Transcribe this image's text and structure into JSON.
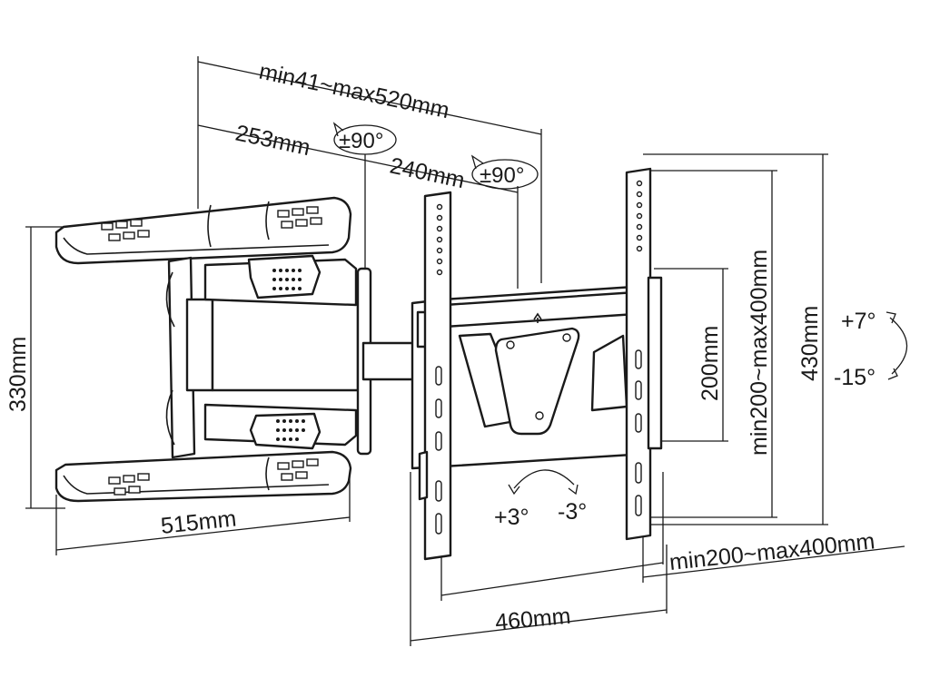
{
  "labels": {
    "extension": "min41~max520mm",
    "arm1": "253mm",
    "swivel1": "±90°",
    "arm2": "240mm",
    "swivel2": "±90°",
    "wall_height": "330mm",
    "wall_width": "515mm",
    "vesa_h_small": "200mm",
    "vesa_h_range": "min200~max400mm",
    "bracket_height": "430mm",
    "tilt_up": "+7°",
    "tilt_down": "-15°",
    "level_plus": "+3°",
    "level_minus": "-3°",
    "vesa_w_range": "min200~max400mm",
    "bracket_width": "460mm"
  }
}
